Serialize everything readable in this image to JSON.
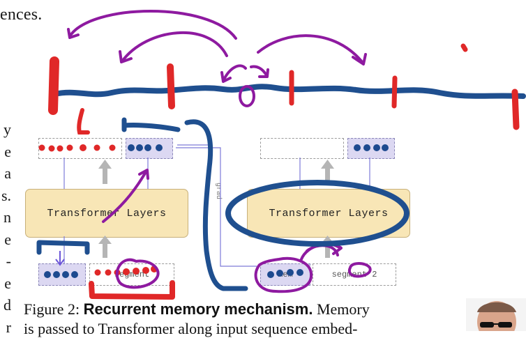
{
  "paper": {
    "top_text": "ences.",
    "margin_letters": [
      "y",
      "e",
      "a",
      "s.",
      "n",
      "e",
      "-",
      "e",
      "d",
      "r"
    ]
  },
  "figure": {
    "left_block_label": "Transformer Layers",
    "right_block_label": "Transformer Layers",
    "segment_label_left": "segment",
    "mem_label": "mem",
    "segment_label_right": "segment 2",
    "grad_label": "grad"
  },
  "caption": {
    "prefix": "Figure 2: ",
    "title": "Recurrent memory mechanism.",
    "suffix": " Memory",
    "line2": "is passed to Transformer along input sequence embed-"
  },
  "colors": {
    "ink_blue": "#1f4f8f",
    "ink_red": "#e02828",
    "ink_purple": "#8e1aa0",
    "block_fill": "#f8e6b6",
    "mem_fill": "#dcd8f2"
  }
}
